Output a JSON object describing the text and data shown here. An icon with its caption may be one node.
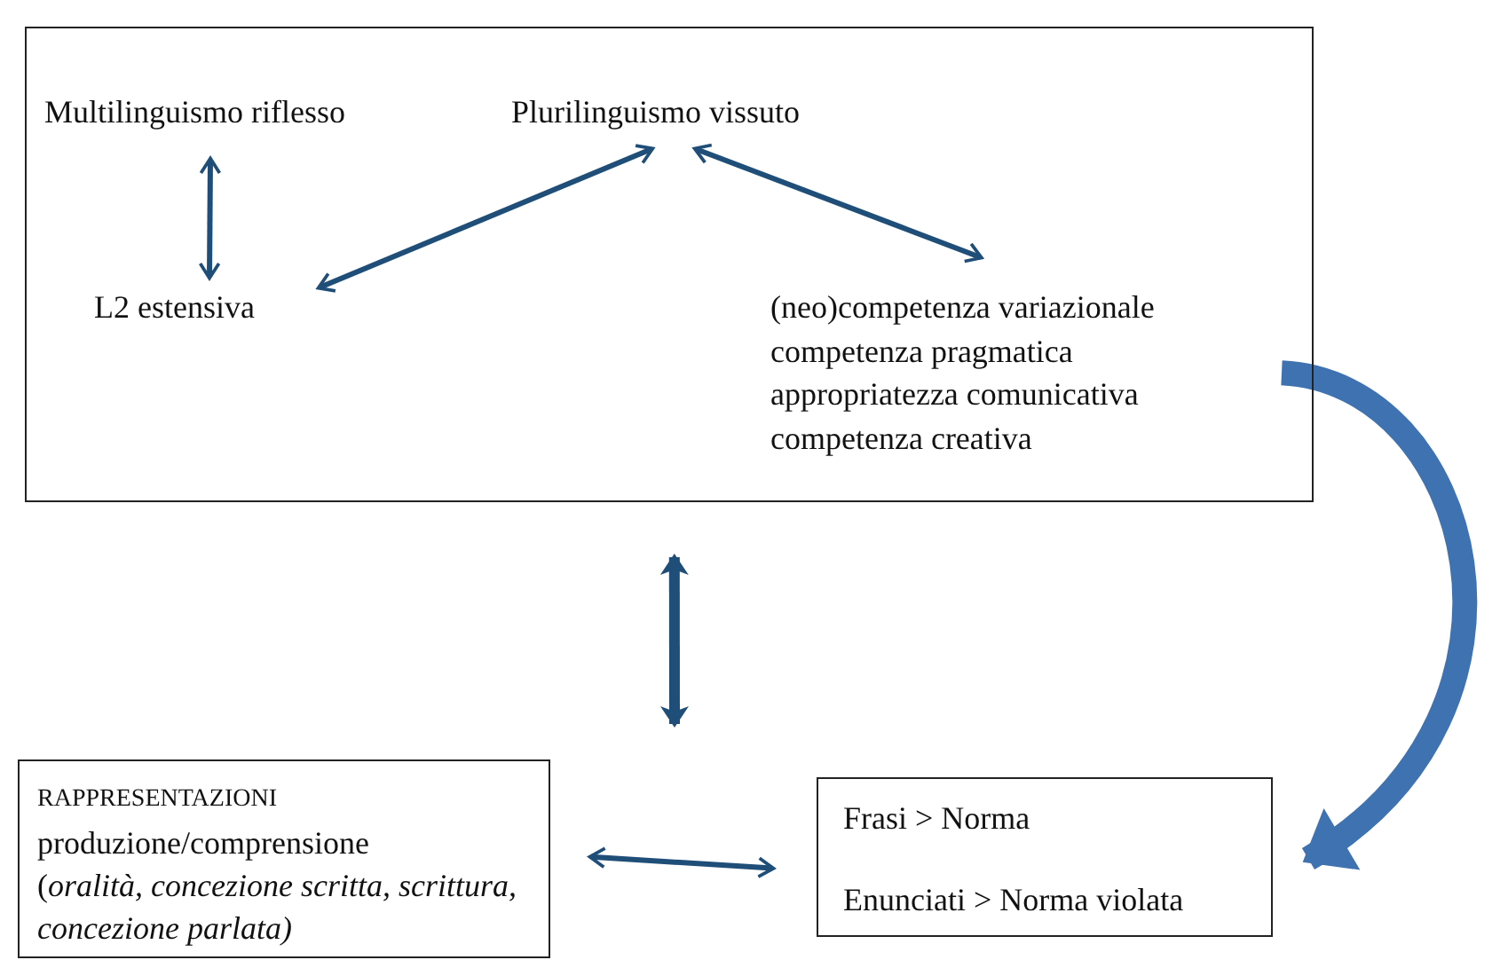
{
  "diagram": {
    "nodes": [
      {
        "text": [],
        "shape": "box"
      },
      {
        "text": [
          "Multilinguismo riflesso"
        ],
        "in": 0
      },
      {
        "text": [
          "Plurilinguismo vissuto"
        ],
        "in": 0
      },
      {
        "text": [
          "L2 estensiva"
        ],
        "in": 0
      },
      {
        "text": [
          "(neo)competenza variazionale",
          "competenza pragmatica",
          "appropriatezza comunicativa",
          "competenza creativa"
        ],
        "in": 0
      },
      {
        "text": [
          "RAPPRESENTAZIONI",
          "produzione/comprensione",
          "(*oralità, concezione scritta, scrittura, concezione parlata)*"
        ]
      },
      {
        "text": [
          "Frasi > Norma",
          "Enunciati > Norma violata"
        ]
      }
    ],
    "edges": [
      {
        "from": 1,
        "to": 3,
        "arrow": "both"
      },
      {
        "from": 2,
        "to": 3,
        "arrow": "both"
      },
      {
        "from": 2,
        "to": 4,
        "arrow": "both"
      },
      {
        "from": 0,
        "to": null,
        "arrow": "both",
        "style": "thick"
      },
      {
        "from": 5,
        "to": 6,
        "arrow": "both"
      },
      {
        "from": 0,
        "to": 6,
        "arrow": "to",
        "style": "thick",
        "color": "#3f72b0"
      }
    ]
  }
}
